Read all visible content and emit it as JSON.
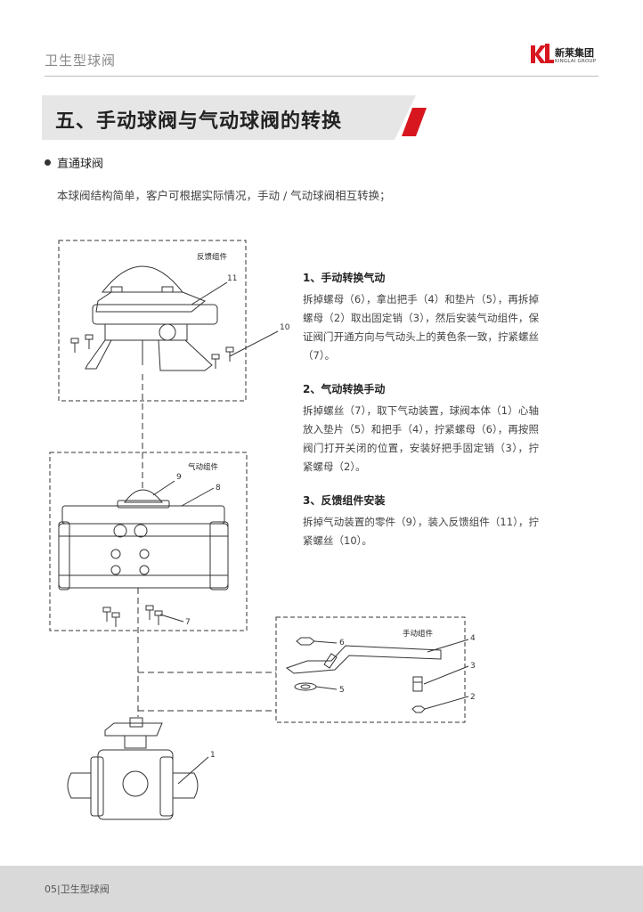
{
  "header": {
    "title": "卫生型球阀",
    "logo_cn": "新莱集团",
    "logo_en": "KINGLAI GROUP"
  },
  "section": {
    "title": "五、手动球阀与气动球阀的转换"
  },
  "subsection": {
    "title": "直通球阀",
    "intro": "本球阀结构简单，客户可根据实际情况，手动 / 气动球阀相互转换；"
  },
  "diagram": {
    "group_feedback": "反馈组件",
    "group_pneumatic": "气动组件",
    "group_manual": "手动组件",
    "callouts": [
      "1",
      "2",
      "3",
      "4",
      "5",
      "6",
      "7",
      "8",
      "9",
      "10",
      "11"
    ]
  },
  "steps": [
    {
      "title": "1、手动转换气动",
      "body": "拆掉螺母（6），拿出把手（4）和垫片（5），再拆掉螺母（2）取出固定销（3），然后安装气动组件，保证阀门开通方向与气动头上的黄色条一致，拧紧螺丝（7）。"
    },
    {
      "title": "2、气动转换手动",
      "body": "拆掉螺丝（7），取下气动装置，球阀本体（1）心轴放入垫片（5）和把手（4），拧紧螺母（6），再按照阀门打开关闭的位置，安装好把手固定销（3），拧紧螺母（2）。"
    },
    {
      "title": "3、反馈组件安装",
      "body": "拆掉气动装置的零件（9），装入反馈组件（11），拧紧螺丝（10）。"
    }
  ],
  "footer": {
    "text": "05|卫生型球阀"
  },
  "colors": {
    "accent": "#d7161f",
    "banner_grey": "#e6e6e6",
    "footer_grey": "#d9d9d9"
  }
}
